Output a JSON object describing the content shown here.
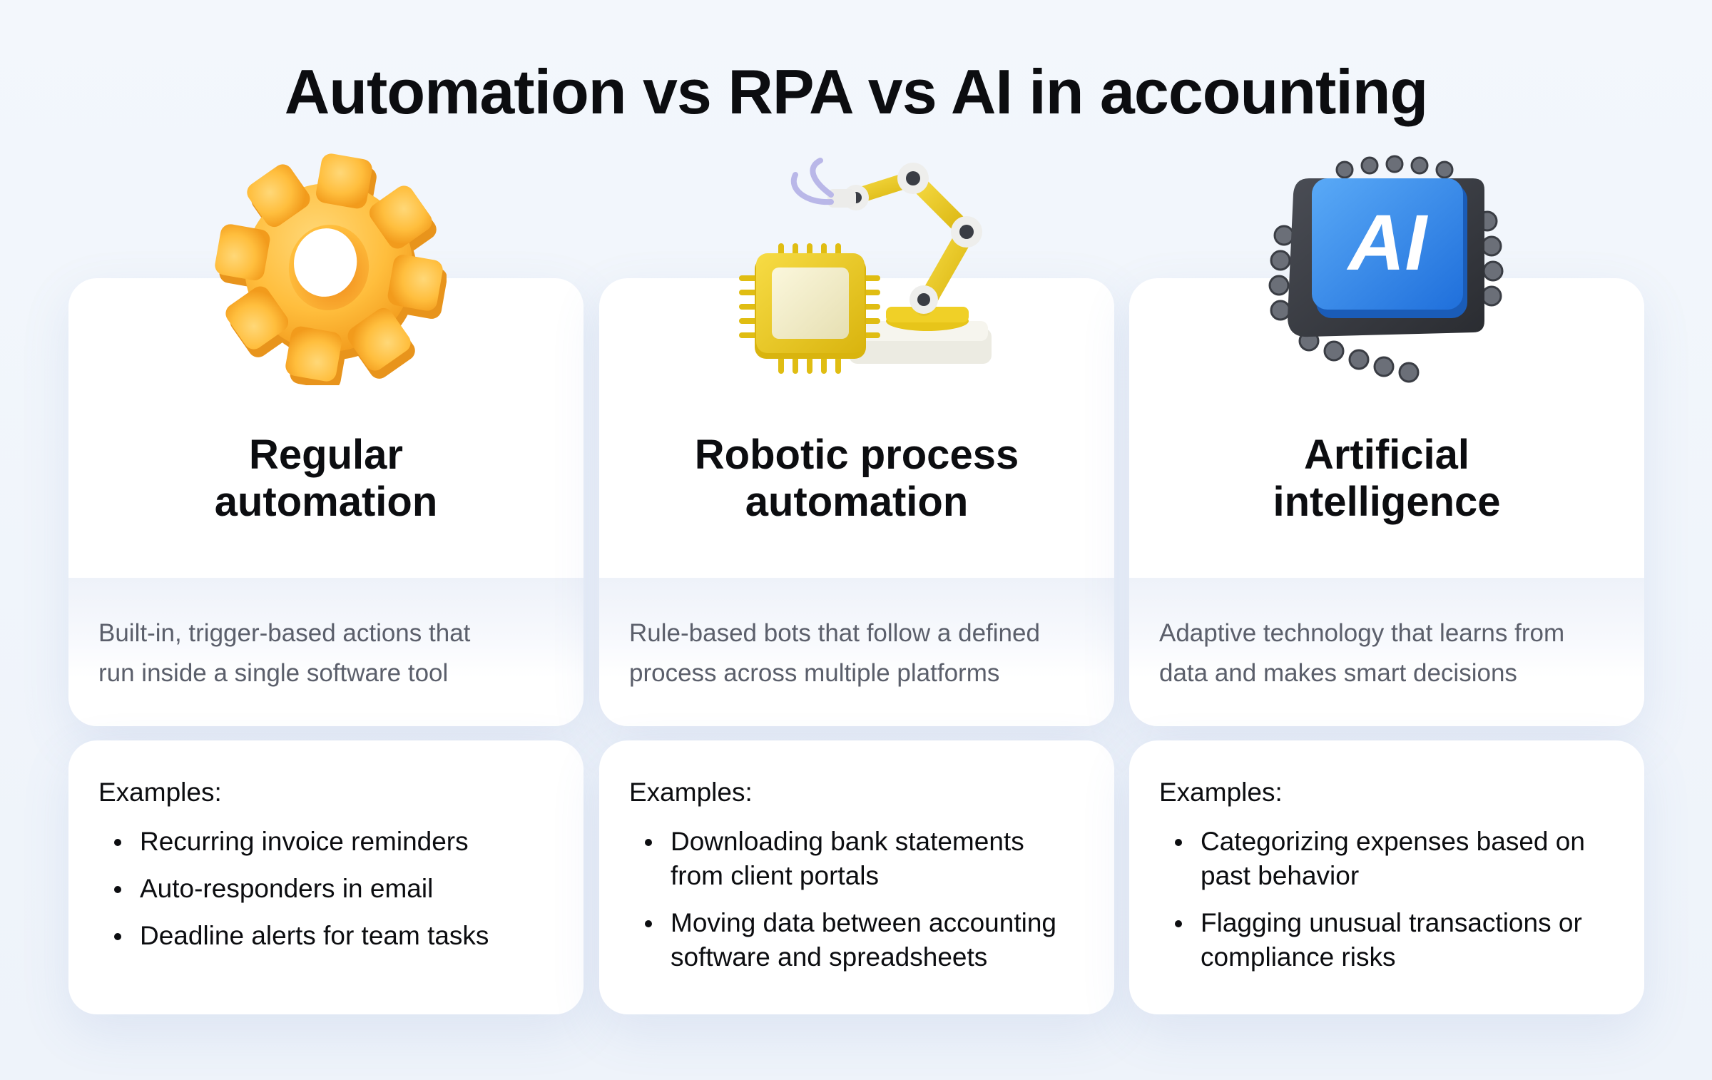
{
  "title": "Automation vs RPA vs AI in accounting",
  "columns": [
    {
      "icon": "gear-icon",
      "heading_line1": "Regular",
      "heading_line2": "automation",
      "description_line1": "Built-in, trigger-based actions that",
      "description_line2": "run inside a single software tool",
      "examples_label": "Examples:",
      "examples": [
        {
          "line1": "Recurring invoice reminders",
          "line2": ""
        },
        {
          "line1": "Auto-responders in email",
          "line2": ""
        },
        {
          "line1": "Deadline alerts for team tasks",
          "line2": ""
        }
      ]
    },
    {
      "icon": "robotic-arm-chip-icon",
      "heading_line1": "Robotic process",
      "heading_line2": "automation",
      "description_line1": "Rule-based bots that follow a defined",
      "description_line2": "process across multiple platforms",
      "examples_label": "Examples:",
      "examples": [
        {
          "line1": "Downloading bank statements",
          "line2": "from client portals"
        },
        {
          "line1": "Moving data between accounting",
          "line2": "software and spreadsheets"
        }
      ]
    },
    {
      "icon": "ai-chip-icon",
      "icon_text": "AI",
      "heading_line1": "Artificial",
      "heading_line2": "intelligence",
      "description_line1": "Adaptive technology that learns from",
      "description_line2": "data and makes smart decisions",
      "examples_label": "Examples:",
      "examples": [
        {
          "line1": "Categorizing expenses based on",
          "line2": "past behavior"
        },
        {
          "line1": "Flagging unusual transactions or",
          "line2": "compliance risks"
        }
      ]
    }
  ],
  "colors": {
    "gear": "#ffbe3d",
    "robot_arm": "#f2cf1f",
    "ai_chip": "#2f8cf0",
    "chip_body": "#3a3d44"
  }
}
